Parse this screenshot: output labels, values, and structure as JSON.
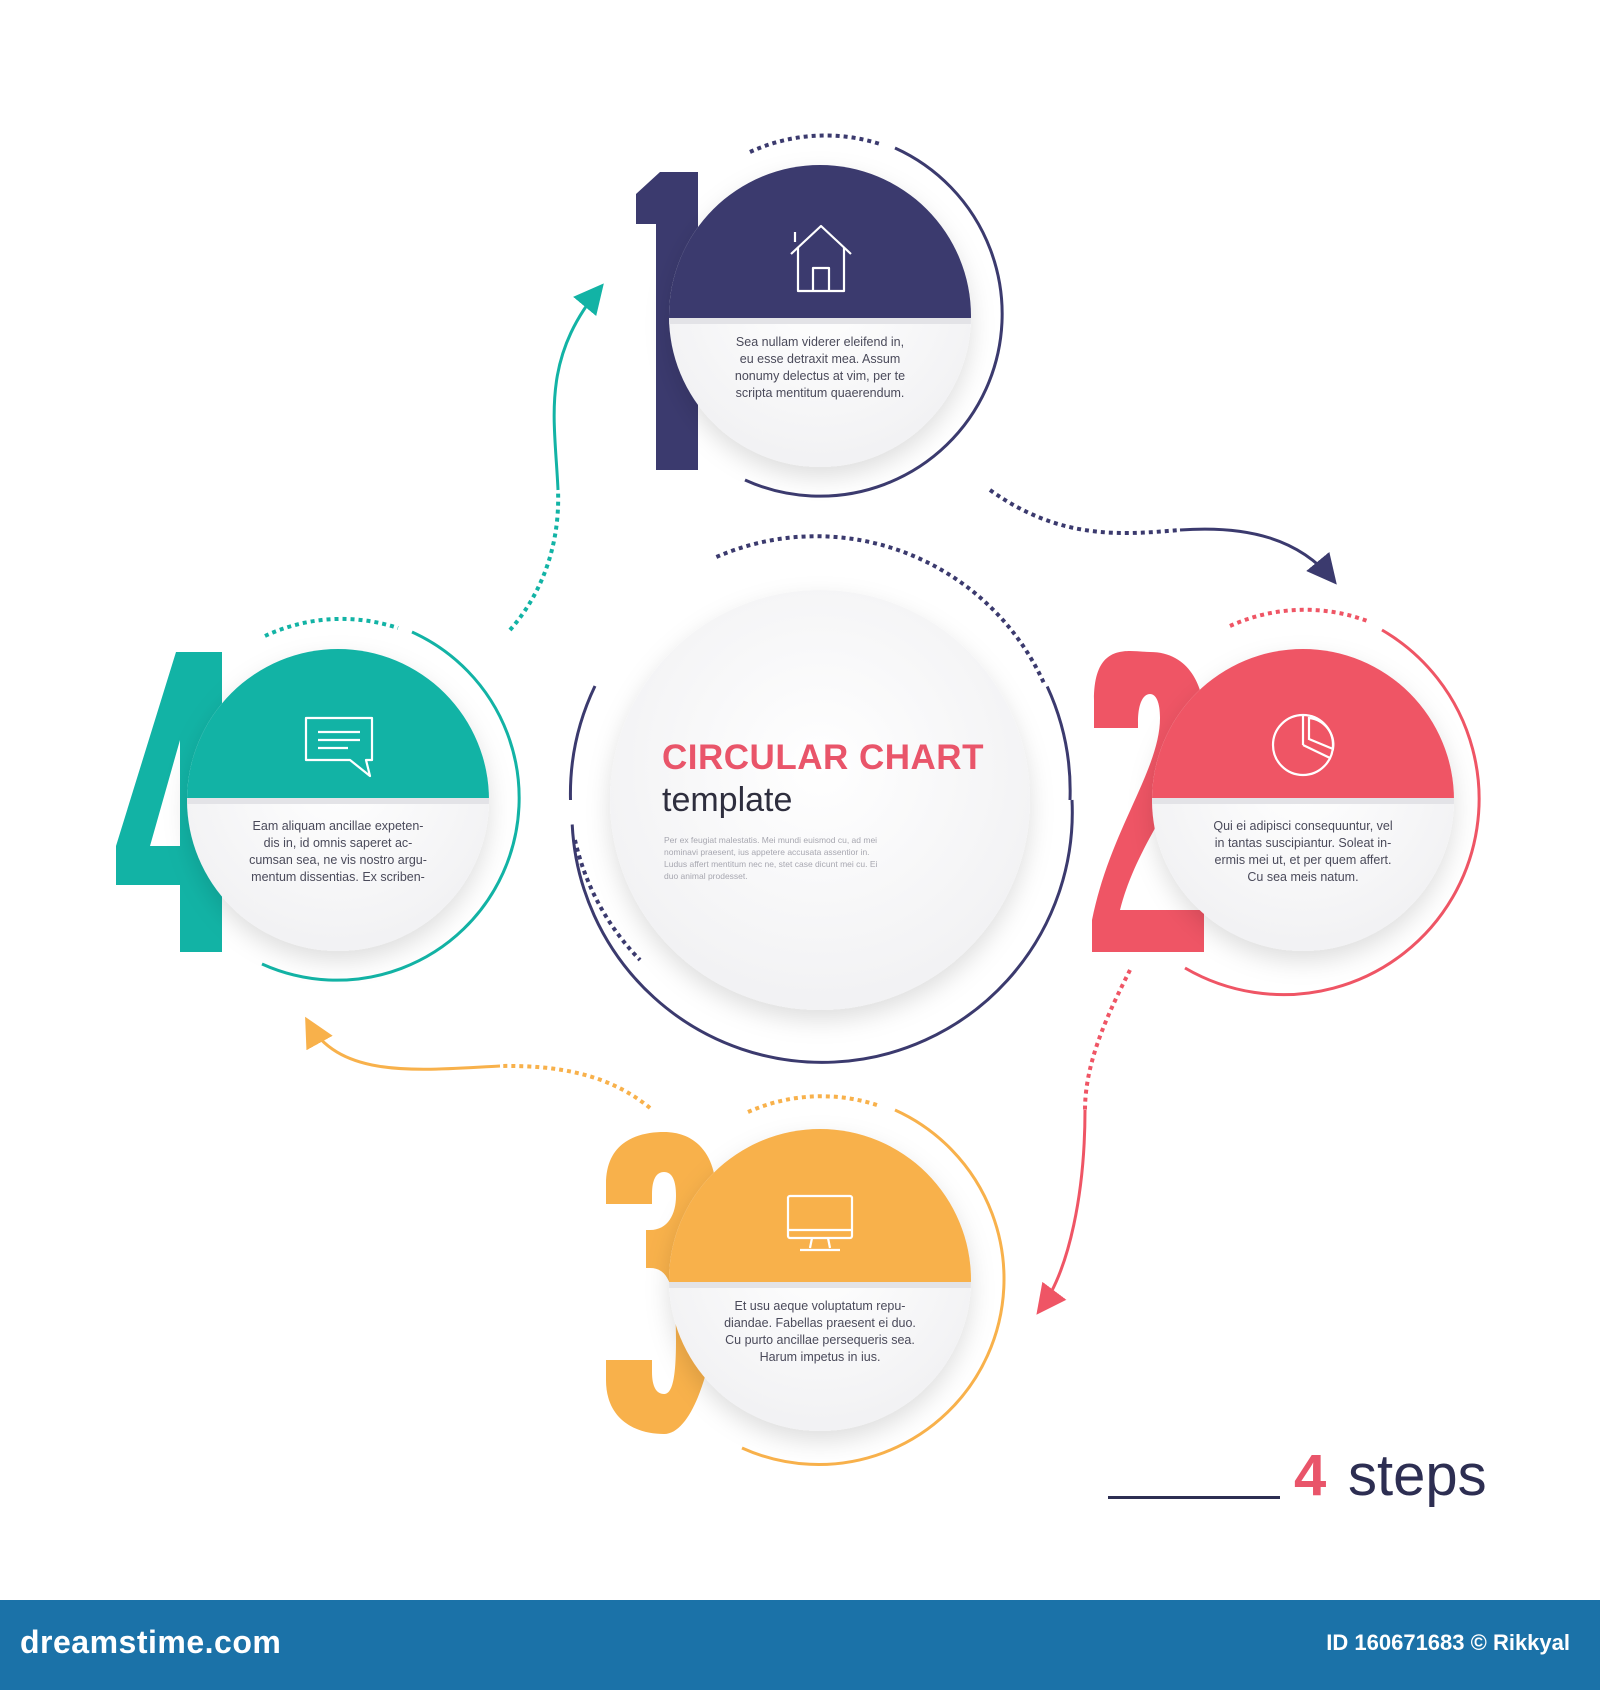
{
  "center": {
    "title": "CIRCULAR CHART",
    "subtitle": "template",
    "body": "Per ex feugiat malestatis. Mei mundi euismod cu, ad mei\nnominavi praesent, ius appetere accusata assentior in.\nLudus affert mentitum nec ne, stet case dicunt mei cu. Ei\nduo animal prodesset."
  },
  "steps": [
    {
      "number": "1",
      "color": "#3b3a6e",
      "icon": "home-icon",
      "text": "Sea nullam viderer eleifend in,\neu esse detraxit mea. Assum\nnonumy delectus at vim, per te\nscripta mentitum quaerendum."
    },
    {
      "number": "2",
      "color": "#ef5565",
      "icon": "pie-chart-icon",
      "text": "Qui ei adipisci consequuntur, vel\nin tantas suscipiantur. Soleat in-\nermis mei ut, et per quem affert.\nCu sea meis natum."
    },
    {
      "number": "3",
      "color": "#f8b14b",
      "icon": "monitor-icon",
      "text": "Et usu aeque voluptatum repu-\ndiandae. Fabellas praesent ei duo.\nCu purto ancillae persequeris sea.\nHarum impetus in ius."
    },
    {
      "number": "4",
      "color": "#12b3a5",
      "icon": "chat-icon",
      "text": "Eam aliquam ancillae expeten-\ndis in, id omnis saperet ac-\ncumsan sea, ne vis nostro argu-\nmentum dissentias. Ex scriben-"
    }
  ],
  "legend": {
    "number": "4",
    "word": "steps"
  },
  "footer": {
    "logo": "dreamstime.com",
    "id": "ID 160671683 © Rikkyal"
  },
  "colors": {
    "navy": "#3b3a6e",
    "red": "#ef5565",
    "orange": "#f8b14b",
    "teal": "#12b3a5",
    "footer": "#1b72a8"
  }
}
